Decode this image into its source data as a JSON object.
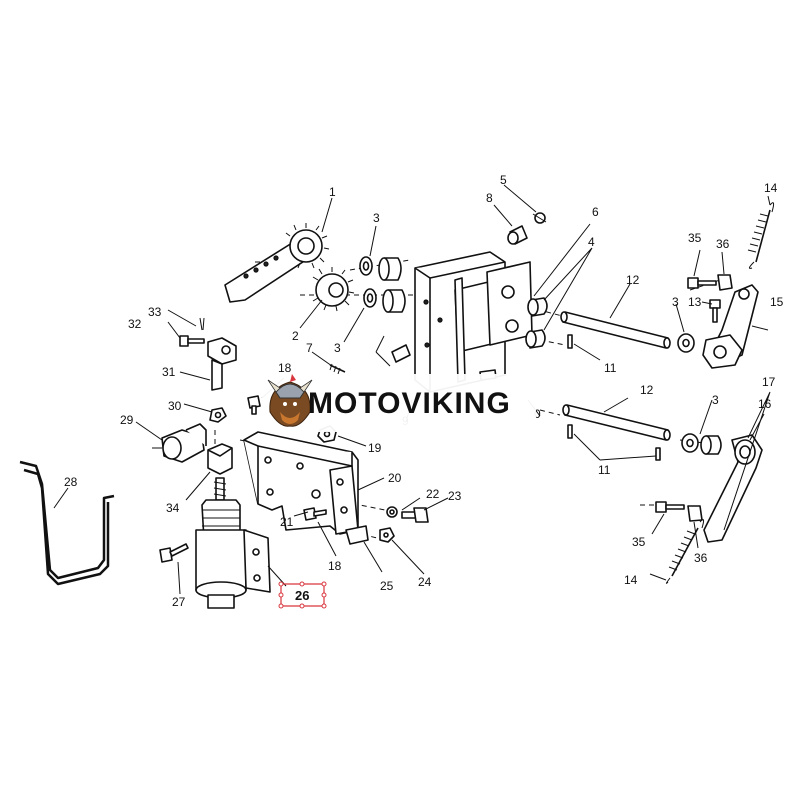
{
  "brand": {
    "name": "MOTOVIKING",
    "accent": "#d9363e"
  },
  "callouts": [
    {
      "id": "c1",
      "label": "1"
    },
    {
      "id": "c2",
      "label": "2"
    },
    {
      "id": "c3a",
      "label": "3"
    },
    {
      "id": "c3b",
      "label": "3"
    },
    {
      "id": "c3c",
      "label": "3"
    },
    {
      "id": "c3d",
      "label": "3"
    },
    {
      "id": "c4",
      "label": "4"
    },
    {
      "id": "c5",
      "label": "5"
    },
    {
      "id": "c6",
      "label": "6"
    },
    {
      "id": "c7",
      "label": "7"
    },
    {
      "id": "c8",
      "label": "8"
    },
    {
      "id": "c11a",
      "label": "11"
    },
    {
      "id": "c11b",
      "label": "11"
    },
    {
      "id": "c12a",
      "label": "12"
    },
    {
      "id": "c12b",
      "label": "12"
    },
    {
      "id": "c13",
      "label": "13"
    },
    {
      "id": "c14a",
      "label": "14"
    },
    {
      "id": "c14b",
      "label": "14"
    },
    {
      "id": "c15",
      "label": "15"
    },
    {
      "id": "c16",
      "label": "16"
    },
    {
      "id": "c17",
      "label": "17"
    },
    {
      "id": "c18a",
      "label": "18"
    },
    {
      "id": "c18b",
      "label": "18"
    },
    {
      "id": "c19",
      "label": "19"
    },
    {
      "id": "c20",
      "label": "20"
    },
    {
      "id": "c21",
      "label": "21"
    },
    {
      "id": "c22",
      "label": "22"
    },
    {
      "id": "c23",
      "label": "23"
    },
    {
      "id": "c24",
      "label": "24"
    },
    {
      "id": "c25",
      "label": "25"
    },
    {
      "id": "c26",
      "label": "26",
      "highlighted": true
    },
    {
      "id": "c27",
      "label": "27"
    },
    {
      "id": "c28",
      "label": "28"
    },
    {
      "id": "c29",
      "label": "29"
    },
    {
      "id": "c30",
      "label": "30"
    },
    {
      "id": "c31",
      "label": "31"
    },
    {
      "id": "c32",
      "label": "32"
    },
    {
      "id": "c33",
      "label": "33"
    },
    {
      "id": "c34",
      "label": "34"
    },
    {
      "id": "c35a",
      "label": "35"
    },
    {
      "id": "c35b",
      "label": "35"
    },
    {
      "id": "c36a",
      "label": "36"
    },
    {
      "id": "c36b",
      "label": "36"
    },
    {
      "id": "c9",
      "label": "9"
    },
    {
      "id": "c10",
      "label": "0"
    }
  ]
}
